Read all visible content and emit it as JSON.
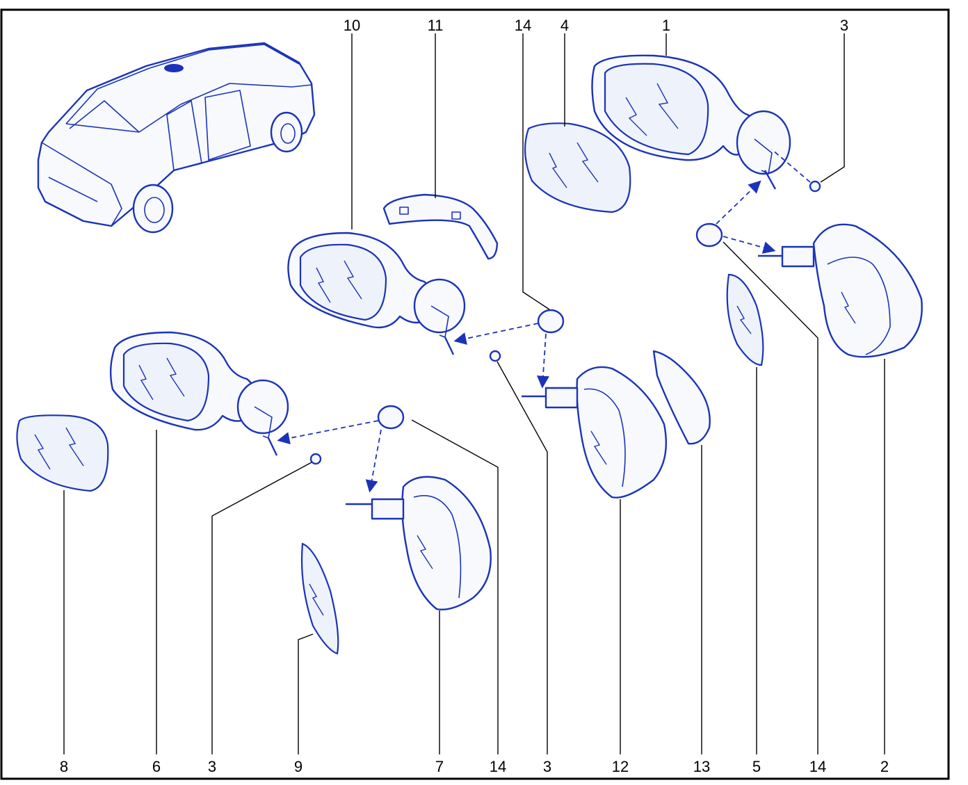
{
  "diagram": {
    "type": "exploded-parts-diagram",
    "line_color": "#1b33b8",
    "frame_color": "#000000",
    "callouts_top": [
      "10",
      "11",
      "14",
      "4",
      "1",
      "3"
    ],
    "callouts_bottom": [
      "8",
      "6",
      "3",
      "9",
      "7",
      "14",
      "3",
      "12",
      "13",
      "5",
      "14",
      "2"
    ]
  }
}
